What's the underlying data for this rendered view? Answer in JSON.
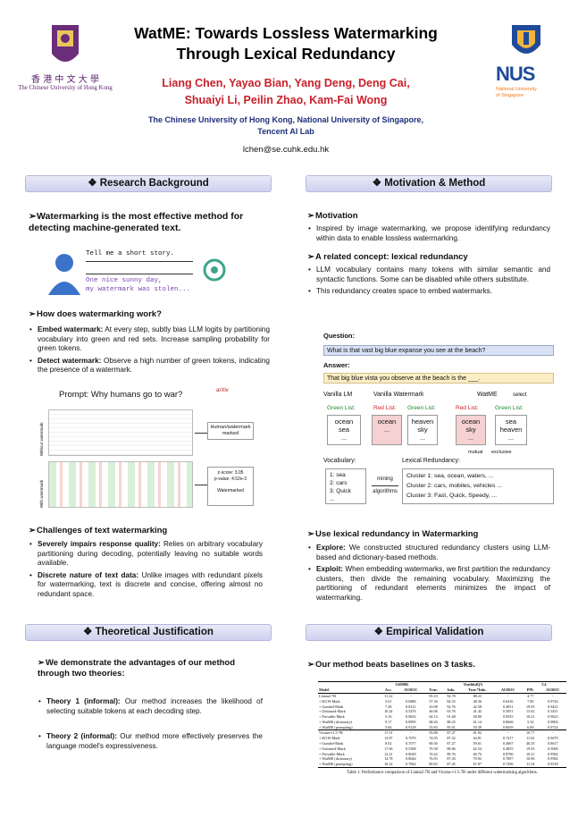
{
  "header": {
    "title_line1": "WatME: Towards Lossless Watermarking",
    "title_line2": "Through Lexical Redundancy",
    "authors_line1": "Liang Chen, Yayao Bian, Yang Deng, Deng Cai,",
    "authors_line2": "Shuaiyi Li, Peilin Zhao, Kam-Fai Wong",
    "affiliation_line1": "The Chinese University of Hong Kong, National University of Singapore,",
    "affiliation_line2": "Tencent AI Lab",
    "email": "lchen@se.cuhk.edu.hk",
    "left_logo_cn": "香 港 中 文 大 學",
    "left_logo_en": "The Chinese University of Hong Kong",
    "right_logo_big": "NUS",
    "right_logo_small_1": "National University",
    "right_logo_small_2": "of Singapore"
  },
  "sections": {
    "background": "❖ Research Background",
    "motivation": "❖ Motivation & Method",
    "theory": "❖ Theoretical Justification",
    "empirical": "❖ Empirical Validation"
  },
  "background": {
    "lead": "Watermarking is the most effective method for detecting machine-generated text.",
    "chat_user": "Tell me a short story.",
    "chat_reply_1": "One nice sunny day,",
    "chat_reply_2": "my watermark was stolen...",
    "how_title": "How does watermarking work?",
    "embed_label": "Embed watermark:",
    "embed_text": " At every step, subtly bias LLM logits by partitioning vocabulary into green and red sets. Increase sampling probability for green tokens.",
    "detect_label": "Detect watermark:",
    "detect_text": " Observe a high number of green tokens, indicating the presence of a watermark.",
    "prompt_label": "Prompt: Why humans go to war?",
    "arxiv": "arXiv",
    "without_wm": "Without watermark",
    "with_wm": "With watermark",
    "result_1": "Human/watermark marked",
    "result_2_line1": "z-score: 3.05",
    "result_2_line2": "p-value: 4.52e-3",
    "result_2_line3": "Watermarked",
    "challenges_title": "Challenges of text watermarking",
    "c1_label": "Severely impairs response quality:",
    "c1_text": " Relies on arbitrary vocabulary partitioning during decoding, potentially leaving no suitable words available.",
    "c2_label": "Discrete nature of text data:",
    "c2_text": " Unlike images with redundant pixels for watermarking, text is discrete and concise, offering almost no redundant space."
  },
  "motivation": {
    "motivation_title": "Motivation",
    "motivation_text": "Inspired by image watermarking, we propose identifying redundancy within data to enable lossless watermarking.",
    "related_title": "A related concept: lexical redundancy",
    "related_1": "LLM vocabulary contains many tokens with similar semantic and syntactic functions. Some can be disabled while others substitute.",
    "related_2": "This redundancy creates space to embed watermarks.",
    "q_label": "Question:",
    "q_text": "What is that vast big blue expanse you see at the beach?",
    "a_label": "Answer:",
    "a_text": "That big blue vista you observe at the beach is the ___.",
    "vanilla_lm": "Vanilla LM",
    "vanilla_wm": "Vanilla Watermark",
    "watme": "WatME",
    "select": "select",
    "green_list": "Green List:",
    "red_list": "Red List:",
    "ocean_sea": "ocean\nsea\n...",
    "ocean_dots": "ocean\n...",
    "heaven_sky": "heaven\nsky\n...",
    "ocean_sky": "ocean\nsky\n...",
    "sea_heaven": "sea\nheaven\n...",
    "mutual": "mutual",
    "exclusive": "exclusive",
    "vocab_label": "Vocabulary:",
    "vocab_1": "1: sea",
    "vocab_2": "2: cars",
    "vocab_3": "3: Quick",
    "vocab_4": "...",
    "mining": "mining",
    "algorithms": "algorithms",
    "lex_label": "Lexical Redundancy:",
    "cluster_1": "Cluster 1:  sea, ocean, waters, ...",
    "cluster_2": "Cluster 2:  cars, mobiles, vehicles ...",
    "cluster_3": "Cluster 3:  Fast, Quick, Speedy, ...",
    "use_title": "Use lexical redundancy in Watermarking",
    "explore_label": "Explore:",
    "explore_text": " We constructed structured redundancy clusters using LLM-based and dictionary-based methods.",
    "exploit_label": "Exploit:",
    "exploit_text": " When embedding watermarks, we first partition the redundancy clusters, then divide the remaining vocabulary. Maximizing the partitioning of redundant elements minimizes the impact of watermarking."
  },
  "theory": {
    "lead": "We demonstrate the advantages of our method through two theories:",
    "t1_label": "Theory 1 (informal):",
    "t1_text": " Our method increases the likelihood of selecting suitable tokens at each decoding step.",
    "t2_label": "Theory 2 (informal):",
    "t2_text": " Our method more effectively preserves the language model's expressiveness."
  },
  "empirical": {
    "lead": "Our method beats baselines on 3 tasks.",
    "table": {
      "groups": [
        "GSM8K",
        "TruthfulQA",
        "C4"
      ],
      "headers": [
        "Model",
        "Acc.",
        "AUROC",
        "True.",
        "Info.",
        "True.*Info.",
        "AUROC",
        "PPL",
        "AUROC"
      ],
      "rows": [
        [
          "Llama2-7B",
          "11.22",
          "-",
          "95.10",
          "92.78",
          "88.23",
          "-",
          "4.77",
          "-"
        ],
        [
          "+ KGW-Mark",
          "5.61",
          "0.6886",
          "57.36",
          "84.33",
          "48.36",
          "0.6416",
          "7.00",
          "0.9724"
        ],
        [
          "+ Gumbel-Mark",
          "7.28",
          "0.8121",
          "43.98",
          "92.76",
          "42.58",
          "0.4051",
          "19.93",
          "0.9421"
        ],
        [
          "+ Unbiased-Mark",
          "10.24",
          "0.5476",
          "46.06",
          "93.76",
          "41.43",
          "0.5051",
          "15.62",
          "0.5451"
        ],
        [
          "+ Provable-Mark",
          "5.16",
          "0.9652",
          "64.14",
          "91.68",
          "58.80",
          "0.9555",
          "10.21",
          "0.9623"
        ],
        [
          "+ WatME (dictionary)",
          "9.17",
          "0.8995",
          "68.26",
          "88.25",
          "61.14",
          "0.8668",
          "5.32",
          "0.9804"
        ],
        [
          "+ WatME (prompting)",
          "5.84",
          "0.9128",
          "55.83",
          "95.01",
          "50.39",
          "0.6059",
          "6.69",
          "0.9724"
        ],
        [
          "Vicuna-v1.5-7B",
          "17.51",
          "-",
          "93.88",
          "87.27",
          "81.92",
          "-",
          "10.77",
          "-"
        ],
        [
          "+ KGW-Mark",
          "13.87",
          "0.7070",
          "74.05",
          "87.52",
          "64.81",
          "0.7417",
          "11.62",
          "0.9679"
        ],
        [
          "+ Gumbel-Mark",
          "8.02",
          "0.7077",
          "69.30",
          "87.27",
          "59.61",
          "0.4667",
          "40.35",
          "0.8617"
        ],
        [
          "+ Unbiased-Mark",
          "17.06",
          "0.5588",
          "70.38",
          "88.86",
          "62.54",
          "0.4855",
          "19.93",
          "0.5000"
        ],
        [
          "+ Provable-Mark",
          "12.21",
          "0.8029",
          "74.42",
          "89.76",
          "66.76",
          "0.8796",
          "10.21",
          "0.9582"
        ],
        [
          "+ WatME (dictionary)",
          "14.78",
          "0.8044",
          "76.93",
          "87.43",
          "70.92",
          "0.7897",
          "10.96",
          "0.9582"
        ],
        [
          "+ WatME (prompting)",
          "16.22",
          "0.7842",
          "80.65",
          "87.45",
          "67.87",
          "0.7296",
          "11.54",
          "0.9518"
        ]
      ],
      "caption": "Table 1: Performance comparison of Llama2-7B and Vicuna-v1.5-7B under different watermarking algorithms."
    }
  },
  "colors": {
    "title": "#000000",
    "authors": "#c8202a",
    "affiliation": "#1d2f7a",
    "section_bg": "#d6d8f1"
  }
}
